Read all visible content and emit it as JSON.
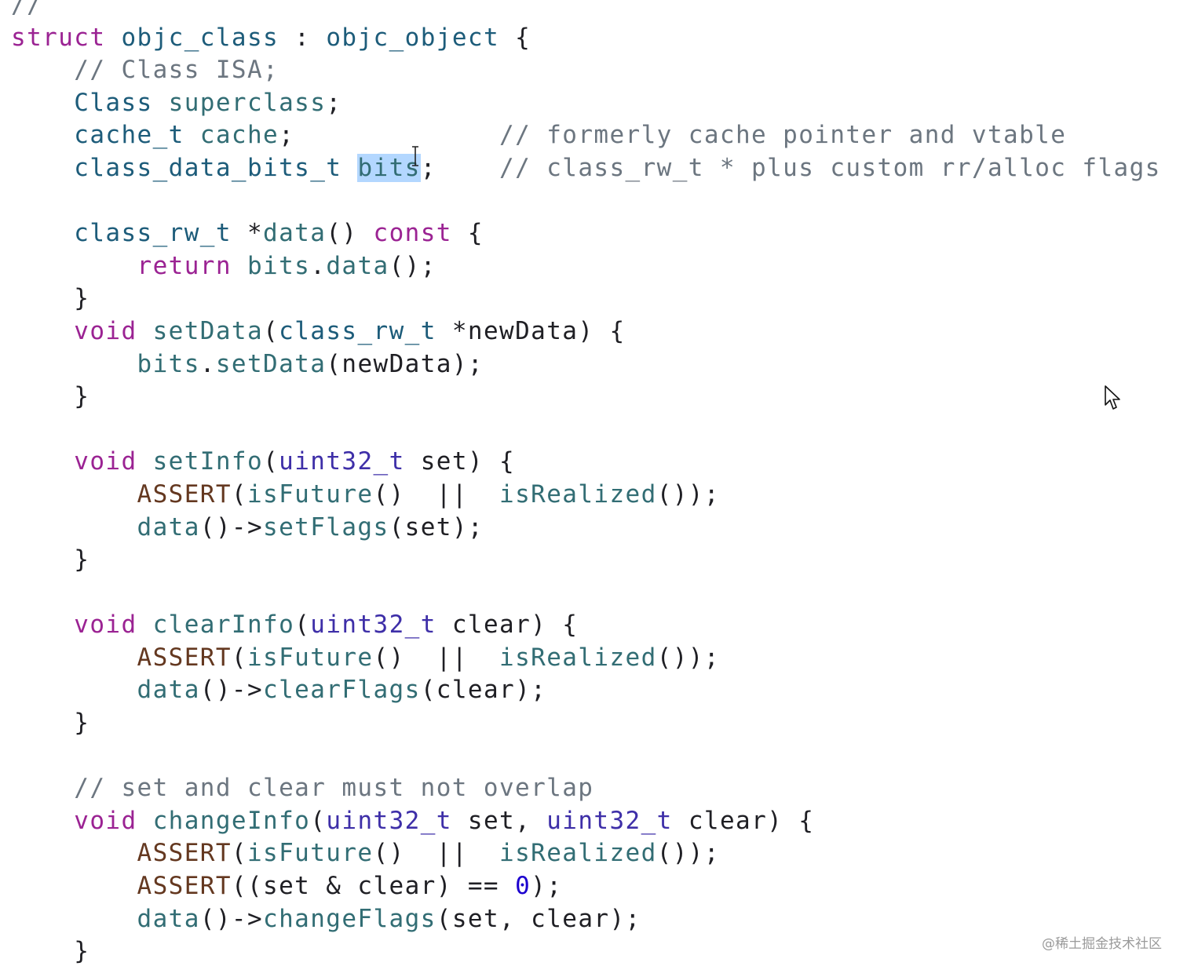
{
  "watermark": "@稀土掘金技术社区",
  "lines": [
    [
      {
        "t": "//",
        "c": "comment"
      }
    ],
    [
      {
        "t": "struct",
        "c": "keyword"
      },
      {
        "t": " ",
        "c": "plain"
      },
      {
        "t": "objc_class",
        "c": "type"
      },
      {
        "t": " : ",
        "c": "plain"
      },
      {
        "t": "objc_object",
        "c": "type"
      },
      {
        "t": " {",
        "c": "plain"
      }
    ],
    [
      {
        "t": "    ",
        "c": "plain"
      },
      {
        "t": "// Class ISA;",
        "c": "comment"
      }
    ],
    [
      {
        "t": "    ",
        "c": "plain"
      },
      {
        "t": "Class",
        "c": "type"
      },
      {
        "t": " ",
        "c": "plain"
      },
      {
        "t": "superclass",
        "c": "field"
      },
      {
        "t": ";",
        "c": "plain"
      }
    ],
    [
      {
        "t": "    ",
        "c": "plain"
      },
      {
        "t": "cache_t",
        "c": "type"
      },
      {
        "t": " ",
        "c": "plain"
      },
      {
        "t": "cache",
        "c": "field"
      },
      {
        "t": ";             ",
        "c": "plain"
      },
      {
        "t": "// formerly cache pointer and vtable",
        "c": "comment"
      }
    ],
    [
      {
        "t": "    ",
        "c": "plain"
      },
      {
        "t": "class_data_bits_t",
        "c": "type"
      },
      {
        "t": " ",
        "c": "plain"
      },
      {
        "t": "bits",
        "c": "selected"
      },
      {
        "t": ";    ",
        "c": "plain"
      },
      {
        "t": "// class_rw_t * plus custom rr/alloc flags",
        "c": "comment"
      }
    ],
    [
      {
        "t": "",
        "c": "plain"
      }
    ],
    [
      {
        "t": "    ",
        "c": "plain"
      },
      {
        "t": "class_rw_t",
        "c": "type"
      },
      {
        "t": " *",
        "c": "plain"
      },
      {
        "t": "data",
        "c": "func"
      },
      {
        "t": "() ",
        "c": "plain"
      },
      {
        "t": "const",
        "c": "keyword"
      },
      {
        "t": " {",
        "c": "plain"
      }
    ],
    [
      {
        "t": "        ",
        "c": "plain"
      },
      {
        "t": "return",
        "c": "keyword"
      },
      {
        "t": " ",
        "c": "plain"
      },
      {
        "t": "bits",
        "c": "field"
      },
      {
        "t": ".",
        "c": "plain"
      },
      {
        "t": "data",
        "c": "func"
      },
      {
        "t": "();",
        "c": "plain"
      }
    ],
    [
      {
        "t": "    }",
        "c": "plain"
      }
    ],
    [
      {
        "t": "    ",
        "c": "plain"
      },
      {
        "t": "void",
        "c": "keyword"
      },
      {
        "t": " ",
        "c": "plain"
      },
      {
        "t": "setData",
        "c": "func"
      },
      {
        "t": "(",
        "c": "plain"
      },
      {
        "t": "class_rw_t",
        "c": "type"
      },
      {
        "t": " *newData) {",
        "c": "plain"
      }
    ],
    [
      {
        "t": "        ",
        "c": "plain"
      },
      {
        "t": "bits",
        "c": "field"
      },
      {
        "t": ".",
        "c": "plain"
      },
      {
        "t": "setData",
        "c": "func"
      },
      {
        "t": "(newData);",
        "c": "plain"
      }
    ],
    [
      {
        "t": "    }",
        "c": "plain"
      }
    ],
    [
      {
        "t": "",
        "c": "plain"
      }
    ],
    [
      {
        "t": "    ",
        "c": "plain"
      },
      {
        "t": "void",
        "c": "keyword"
      },
      {
        "t": " ",
        "c": "plain"
      },
      {
        "t": "setInfo",
        "c": "func"
      },
      {
        "t": "(",
        "c": "plain"
      },
      {
        "t": "uint32_t",
        "c": "builtin"
      },
      {
        "t": " set) {",
        "c": "plain"
      }
    ],
    [
      {
        "t": "        ",
        "c": "plain"
      },
      {
        "t": "ASSERT",
        "c": "macro"
      },
      {
        "t": "(",
        "c": "plain"
      },
      {
        "t": "isFuture",
        "c": "func"
      },
      {
        "t": "()  ||  ",
        "c": "plain"
      },
      {
        "t": "isRealized",
        "c": "func"
      },
      {
        "t": "());",
        "c": "plain"
      }
    ],
    [
      {
        "t": "        ",
        "c": "plain"
      },
      {
        "t": "data",
        "c": "func"
      },
      {
        "t": "()->",
        "c": "plain"
      },
      {
        "t": "setFlags",
        "c": "func"
      },
      {
        "t": "(set);",
        "c": "plain"
      }
    ],
    [
      {
        "t": "    }",
        "c": "plain"
      }
    ],
    [
      {
        "t": "",
        "c": "plain"
      }
    ],
    [
      {
        "t": "    ",
        "c": "plain"
      },
      {
        "t": "void",
        "c": "keyword"
      },
      {
        "t": " ",
        "c": "plain"
      },
      {
        "t": "clearInfo",
        "c": "func"
      },
      {
        "t": "(",
        "c": "plain"
      },
      {
        "t": "uint32_t",
        "c": "builtin"
      },
      {
        "t": " clear) {",
        "c": "plain"
      }
    ],
    [
      {
        "t": "        ",
        "c": "plain"
      },
      {
        "t": "ASSERT",
        "c": "macro"
      },
      {
        "t": "(",
        "c": "plain"
      },
      {
        "t": "isFuture",
        "c": "func"
      },
      {
        "t": "()  ||  ",
        "c": "plain"
      },
      {
        "t": "isRealized",
        "c": "func"
      },
      {
        "t": "());",
        "c": "plain"
      }
    ],
    [
      {
        "t": "        ",
        "c": "plain"
      },
      {
        "t": "data",
        "c": "func"
      },
      {
        "t": "()->",
        "c": "plain"
      },
      {
        "t": "clearFlags",
        "c": "func"
      },
      {
        "t": "(clear);",
        "c": "plain"
      }
    ],
    [
      {
        "t": "    }",
        "c": "plain"
      }
    ],
    [
      {
        "t": "",
        "c": "plain"
      }
    ],
    [
      {
        "t": "    ",
        "c": "plain"
      },
      {
        "t": "// set and clear must not overlap",
        "c": "comment"
      }
    ],
    [
      {
        "t": "    ",
        "c": "plain"
      },
      {
        "t": "void",
        "c": "keyword"
      },
      {
        "t": " ",
        "c": "plain"
      },
      {
        "t": "changeInfo",
        "c": "func"
      },
      {
        "t": "(",
        "c": "plain"
      },
      {
        "t": "uint32_t",
        "c": "builtin"
      },
      {
        "t": " set, ",
        "c": "plain"
      },
      {
        "t": "uint32_t",
        "c": "builtin"
      },
      {
        "t": " clear) {",
        "c": "plain"
      }
    ],
    [
      {
        "t": "        ",
        "c": "plain"
      },
      {
        "t": "ASSERT",
        "c": "macro"
      },
      {
        "t": "(",
        "c": "plain"
      },
      {
        "t": "isFuture",
        "c": "func"
      },
      {
        "t": "()  ||  ",
        "c": "plain"
      },
      {
        "t": "isRealized",
        "c": "func"
      },
      {
        "t": "());",
        "c": "plain"
      }
    ],
    [
      {
        "t": "        ",
        "c": "plain"
      },
      {
        "t": "ASSERT",
        "c": "macro"
      },
      {
        "t": "((set & clear) == ",
        "c": "plain"
      },
      {
        "t": "0",
        "c": "number"
      },
      {
        "t": ");",
        "c": "plain"
      }
    ],
    [
      {
        "t": "        ",
        "c": "plain"
      },
      {
        "t": "data",
        "c": "func"
      },
      {
        "t": "()->",
        "c": "plain"
      },
      {
        "t": "changeFlags",
        "c": "func"
      },
      {
        "t": "(set, clear);",
        "c": "plain"
      }
    ],
    [
      {
        "t": "    }",
        "c": "plain"
      }
    ]
  ]
}
